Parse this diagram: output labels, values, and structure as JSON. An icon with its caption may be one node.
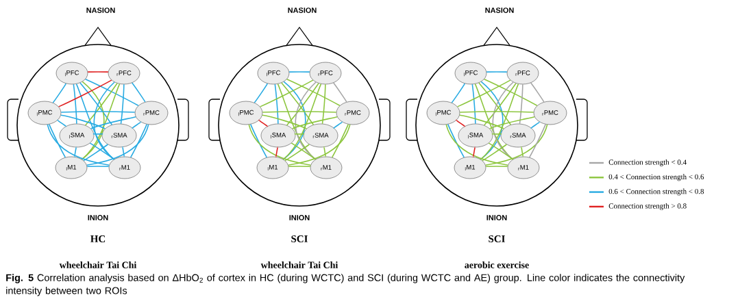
{
  "diagram": {
    "caption": "**Fig. 5** Correlation analysis based on ΔHbO$_{2}$ of cortex in HC (during WCTC) and SCI (during WCTC and AE) group. Line color indicates the connectivity intensity between two ROIs",
    "nodes": [
      {
        "text": [
          "$_{l}$PFC"
        ]
      },
      {
        "text": [
          "$_{r}$PFC"
        ]
      },
      {
        "text": [
          "$_{l}$PMC"
        ]
      },
      {
        "text": [
          "$_{r}$PMC"
        ]
      },
      {
        "text": [
          "$_{l}$SMA"
        ]
      },
      {
        "text": [
          "$_{r}$SMA"
        ]
      },
      {
        "text": [
          "$_{l}$M1"
        ]
      },
      {
        "text": [
          "$_{r}$M1"
        ]
      },
      {
        "text": [
          "$_{l}$PFC"
        ]
      },
      {
        "text": [
          "$_{r}$PFC"
        ]
      },
      {
        "text": [
          "$_{l}$PMC"
        ]
      },
      {
        "text": [
          "$_{r}$PMC"
        ]
      },
      {
        "text": [
          "$_{l}$SMA"
        ]
      },
      {
        "text": [
          "$_{r}$SMA"
        ]
      },
      {
        "text": [
          "$_{l}$M1"
        ]
      },
      {
        "text": [
          "$_{r}$M1"
        ]
      },
      {
        "text": [
          "$_{l}$PFC"
        ]
      },
      {
        "text": [
          "$_{r}$PFC"
        ]
      },
      {
        "text": [
          "$_{l}$PMC"
        ]
      },
      {
        "text": [
          "$_{r}$PMC"
        ]
      },
      {
        "text": [
          "$_{l}$SMA"
        ]
      },
      {
        "text": [
          "$_{r}$SMA"
        ]
      },
      {
        "text": [
          "$_{l}$M1"
        ]
      },
      {
        "text": [
          "$_{r}$M1"
        ]
      }
    ],
    "edges": [
      {
        "from": 0,
        "to": 1,
        "arrow": "none",
        "color": "#e02020"
      },
      {
        "from": 0,
        "to": 2,
        "arrow": "none",
        "color": "#29abe2"
      },
      {
        "from": 0,
        "to": 3,
        "arrow": "none",
        "color": "#29abe2"
      },
      {
        "from": 0,
        "to": 4,
        "arrow": "none",
        "color": "#29abe2"
      },
      {
        "from": 0,
        "to": 5,
        "arrow": "none",
        "color": "#29abe2"
      },
      {
        "from": 0,
        "to": 6,
        "arrow": "none",
        "color": "#8dc63f"
      },
      {
        "from": 0,
        "to": 7,
        "arrow": "none",
        "color": "#29abe2"
      },
      {
        "from": 1,
        "to": 2,
        "arrow": "none",
        "color": "#e02020"
      },
      {
        "from": 1,
        "to": 3,
        "arrow": "none",
        "color": "#29abe2"
      },
      {
        "from": 1,
        "to": 4,
        "arrow": "none",
        "color": "#8dc63f"
      },
      {
        "from": 1,
        "to": 5,
        "arrow": "none",
        "color": "#29abe2"
      },
      {
        "from": 1,
        "to": 6,
        "arrow": "none",
        "color": "#8dc63f"
      },
      {
        "from": 1,
        "to": 7,
        "arrow": "none",
        "color": "#29abe2"
      },
      {
        "from": 2,
        "to": 3,
        "arrow": "none",
        "color": "#29abe2"
      },
      {
        "from": 2,
        "to": 4,
        "arrow": "none",
        "color": "#29abe2"
      },
      {
        "from": 2,
        "to": 5,
        "arrow": "none",
        "color": "#29abe2"
      },
      {
        "from": 2,
        "to": 6,
        "arrow": "none",
        "color": "#29abe2"
      },
      {
        "from": 2,
        "to": 7,
        "arrow": "none",
        "color": "#29abe2"
      },
      {
        "from": 3,
        "to": 4,
        "arrow": "none",
        "color": "#29abe2"
      },
      {
        "from": 3,
        "to": 5,
        "arrow": "none",
        "color": "#29abe2"
      },
      {
        "from": 3,
        "to": 6,
        "arrow": "none",
        "color": "#29abe2"
      },
      {
        "from": 3,
        "to": 7,
        "arrow": "none",
        "color": "#29abe2"
      },
      {
        "from": 4,
        "to": 5,
        "arrow": "none",
        "color": "#29abe2"
      },
      {
        "from": 4,
        "to": 6,
        "arrow": "none",
        "color": "#29abe2"
      },
      {
        "from": 4,
        "to": 7,
        "arrow": "none",
        "color": "#29abe2"
      },
      {
        "from": 5,
        "to": 6,
        "arrow": "none",
        "color": "#29abe2"
      },
      {
        "from": 5,
        "to": 7,
        "arrow": "none",
        "color": "#29abe2"
      },
      {
        "from": 6,
        "to": 7,
        "arrow": "none",
        "color": "#29abe2"
      },
      {
        "from": 8,
        "to": 9,
        "arrow": "none",
        "color": "#29abe2"
      },
      {
        "from": 8,
        "to": 10,
        "arrow": "none",
        "color": "#29abe2"
      },
      {
        "from": 8,
        "to": 11,
        "arrow": "none",
        "color": "#8dc63f"
      },
      {
        "from": 8,
        "to": 12,
        "arrow": "none",
        "color": "#29abe2"
      },
      {
        "from": 8,
        "to": 13,
        "arrow": "none",
        "color": "#8dc63f"
      },
      {
        "from": 8,
        "to": 14,
        "arrow": "none",
        "color": "#29abe2"
      },
      {
        "from": 8,
        "to": 15,
        "arrow": "none",
        "color": "#8dc63f"
      },
      {
        "from": 9,
        "to": 10,
        "arrow": "none",
        "color": "#8dc63f"
      },
      {
        "from": 9,
        "to": 11,
        "arrow": "none",
        "color": "#a6a6a6"
      },
      {
        "from": 9,
        "to": 12,
        "arrow": "none",
        "color": "#8dc63f"
      },
      {
        "from": 9,
        "to": 13,
        "arrow": "none",
        "color": "#8dc63f"
      },
      {
        "from": 9,
        "to": 14,
        "arrow": "none",
        "color": "#8dc63f"
      },
      {
        "from": 9,
        "to": 15,
        "arrow": "none",
        "color": "#a6a6a6"
      },
      {
        "from": 10,
        "to": 11,
        "arrow": "none",
        "color": "#8dc63f"
      },
      {
        "from": 10,
        "to": 12,
        "arrow": "none",
        "color": "#e02020"
      },
      {
        "from": 10,
        "to": 13,
        "arrow": "none",
        "color": "#8dc63f"
      },
      {
        "from": 10,
        "to": 14,
        "arrow": "none",
        "color": "#29abe2"
      },
      {
        "from": 10,
        "to": 15,
        "arrow": "none",
        "color": "#8dc63f"
      },
      {
        "from": 11,
        "to": 12,
        "arrow": "none",
        "color": "#8dc63f"
      },
      {
        "from": 11,
        "to": 13,
        "arrow": "none",
        "color": "#29abe2"
      },
      {
        "from": 11,
        "to": 14,
        "arrow": "none",
        "color": "#8dc63f"
      },
      {
        "from": 11,
        "to": 15,
        "arrow": "none",
        "color": "#8dc63f"
      },
      {
        "from": 12,
        "to": 13,
        "arrow": "none",
        "color": "#8dc63f"
      },
      {
        "from": 12,
        "to": 14,
        "arrow": "none",
        "color": "#e02020"
      },
      {
        "from": 12,
        "to": 15,
        "arrow": "none",
        "color": "#8dc63f"
      },
      {
        "from": 13,
        "to": 14,
        "arrow": "none",
        "color": "#8dc63f"
      },
      {
        "from": 13,
        "to": 15,
        "arrow": "none",
        "color": "#8dc63f"
      },
      {
        "from": 14,
        "to": 15,
        "arrow": "none",
        "color": "#8dc63f"
      },
      {
        "from": 16,
        "to": 17,
        "arrow": "none",
        "color": "#29abe2"
      },
      {
        "from": 16,
        "to": 18,
        "arrow": "none",
        "color": "#29abe2"
      },
      {
        "from": 16,
        "to": 19,
        "arrow": "none",
        "color": "#8dc63f"
      },
      {
        "from": 16,
        "to": 20,
        "arrow": "none",
        "color": "#29abe2"
      },
      {
        "from": 16,
        "to": 21,
        "arrow": "none",
        "color": "#8dc63f"
      },
      {
        "from": 16,
        "to": 22,
        "arrow": "none",
        "color": "#29abe2"
      },
      {
        "from": 16,
        "to": 23,
        "arrow": "none",
        "color": "#8dc63f"
      },
      {
        "from": 17,
        "to": 18,
        "arrow": "none",
        "color": "#8dc63f"
      },
      {
        "from": 17,
        "to": 19,
        "arrow": "none",
        "color": "#a6a6a6"
      },
      {
        "from": 17,
        "to": 20,
        "arrow": "none",
        "color": "#8dc63f"
      },
      {
        "from": 17,
        "to": 21,
        "arrow": "none",
        "color": "#a6a6a6"
      },
      {
        "from": 17,
        "to": 22,
        "arrow": "none",
        "color": "#8dc63f"
      },
      {
        "from": 17,
        "to": 23,
        "arrow": "none",
        "color": "#a6a6a6"
      },
      {
        "from": 18,
        "to": 19,
        "arrow": "none",
        "color": "#8dc63f"
      },
      {
        "from": 18,
        "to": 20,
        "arrow": "none",
        "color": "#e02020"
      },
      {
        "from": 18,
        "to": 21,
        "arrow": "none",
        "color": "#8dc63f"
      },
      {
        "from": 18,
        "to": 22,
        "arrow": "none",
        "color": "#29abe2"
      },
      {
        "from": 18,
        "to": 23,
        "arrow": "none",
        "color": "#8dc63f"
      },
      {
        "from": 19,
        "to": 20,
        "arrow": "none",
        "color": "#8dc63f"
      },
      {
        "from": 19,
        "to": 21,
        "arrow": "none",
        "color": "#29abe2"
      },
      {
        "from": 19,
        "to": 22,
        "arrow": "none",
        "color": "#8dc63f"
      },
      {
        "from": 19,
        "to": 23,
        "arrow": "none",
        "color": "#a6a6a6"
      },
      {
        "from": 20,
        "to": 21,
        "arrow": "none",
        "color": "#8dc63f"
      },
      {
        "from": 20,
        "to": 22,
        "arrow": "none",
        "color": "#e02020"
      },
      {
        "from": 20,
        "to": 23,
        "arrow": "none",
        "color": "#8dc63f"
      },
      {
        "from": 21,
        "to": 22,
        "arrow": "none",
        "color": "#8dc63f"
      },
      {
        "from": 21,
        "to": 23,
        "arrow": "none",
        "color": "#8dc63f"
      },
      {
        "from": 22,
        "to": 23,
        "arrow": "none",
        "color": "#8dc63f"
      }
    ],
    "labels": [
      "NASION",
      "NASION",
      "NASION",
      "INION",
      "INION",
      "INION",
      "HC",
      "SCI",
      "SCI",
      "wheelchair Tai Chi",
      "wheelchair Tai Chi",
      "aerobic exercise"
    ],
    "legend": [
      {
        "text": "Connection strength < 0.4",
        "color": "#a6a6a6"
      },
      {
        "text": "0.4 < Connection strength < 0.6",
        "color": "#8dc63f"
      },
      {
        "text": "0.6 < Connection strength < 0.8",
        "color": "#29abe2"
      },
      {
        "text": "Connection strength > 0.8",
        "color": "#e02020"
      }
    ]
  }
}
